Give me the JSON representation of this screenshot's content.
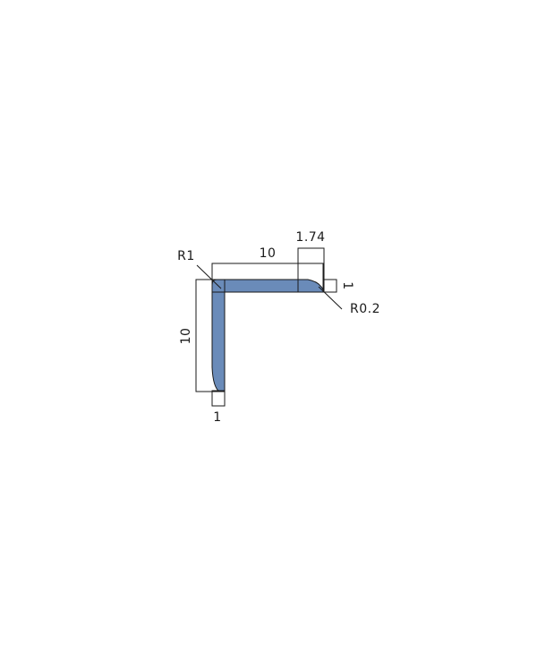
{
  "diagram": {
    "profile_fill": "#6a8bb9",
    "line_color": "#1a1a1a",
    "dimensions": {
      "horizontal_length": "10",
      "vertical_length": "10",
      "top_end_width": "1.74",
      "top_thickness": "1",
      "bottom_thickness": "1",
      "inner_radius": "R1",
      "tip_radius": "R0.2"
    }
  }
}
